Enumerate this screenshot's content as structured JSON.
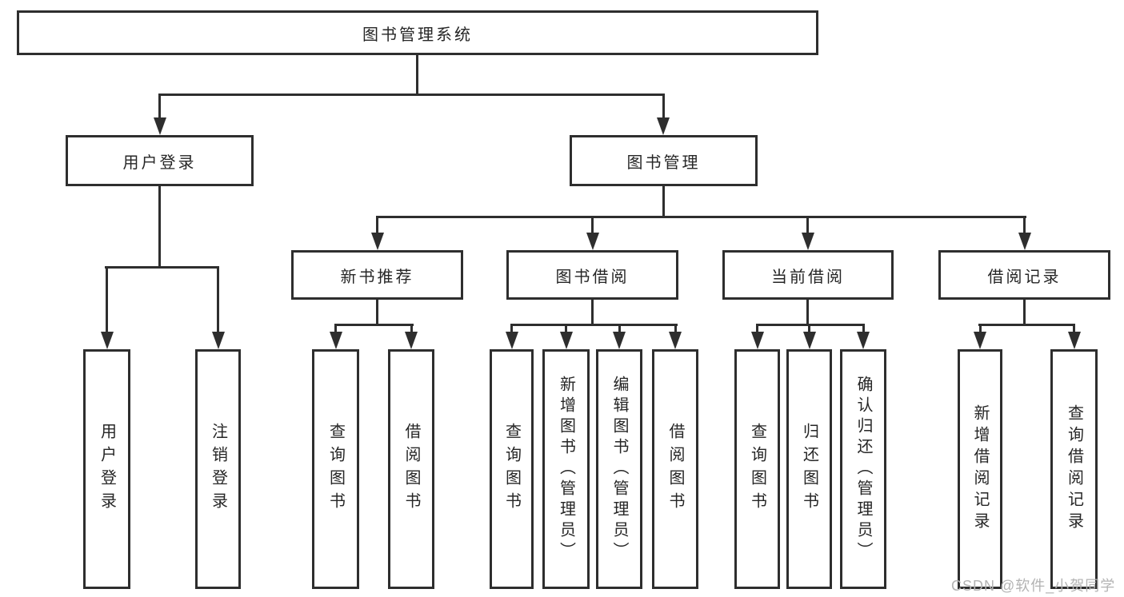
{
  "tree": {
    "root": {
      "label": "图书管理系统",
      "children": [
        {
          "label": "用户登录",
          "children": [
            {
              "label": "用户登录"
            },
            {
              "label": "注销登录"
            }
          ]
        },
        {
          "label": "图书管理",
          "children": [
            {
              "label": "新书推荐",
              "children": [
                {
                  "label": "查询图书"
                },
                {
                  "label": "借阅图书"
                }
              ]
            },
            {
              "label": "图书借阅",
              "children": [
                {
                  "label": "查询图书"
                },
                {
                  "label": "新增图书（管理员）"
                },
                {
                  "label": "编辑图书（管理员）"
                },
                {
                  "label": "借阅图书"
                }
              ]
            },
            {
              "label": "当前借阅",
              "children": [
                {
                  "label": "查询图书"
                },
                {
                  "label": "归还图书"
                },
                {
                  "label": "确认归还（管理员）"
                }
              ]
            },
            {
              "label": "借阅记录",
              "children": [
                {
                  "label": "新增借阅记录"
                },
                {
                  "label": "查询借阅记录"
                }
              ]
            }
          ]
        }
      ]
    }
  },
  "watermark": {
    "text": "CSDN @软件_小贺同学"
  },
  "colors": {
    "line": "#2e2e2e",
    "text": "#262626",
    "background": "#ffffff",
    "watermark": "#b3b3b3"
  }
}
